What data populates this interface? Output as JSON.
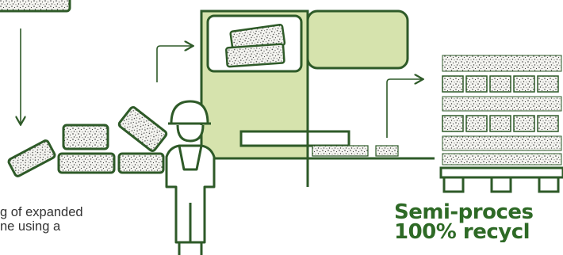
{
  "caption": {
    "line1": "g of expanded",
    "line2": "ne using a"
  },
  "result": {
    "line1": "Semi-proces",
    "line2": "100% recycl"
  },
  "colors": {
    "outline": "#2e5a28",
    "fill": "#d6e3ad",
    "text_green": "#2e6a26",
    "text_dark": "#333333",
    "speckle": "#3a3a3a"
  },
  "icons": {
    "worker": "construction-worker-icon",
    "machine": "processing-machine-icon",
    "pallet": "pallet-stack-icon"
  }
}
